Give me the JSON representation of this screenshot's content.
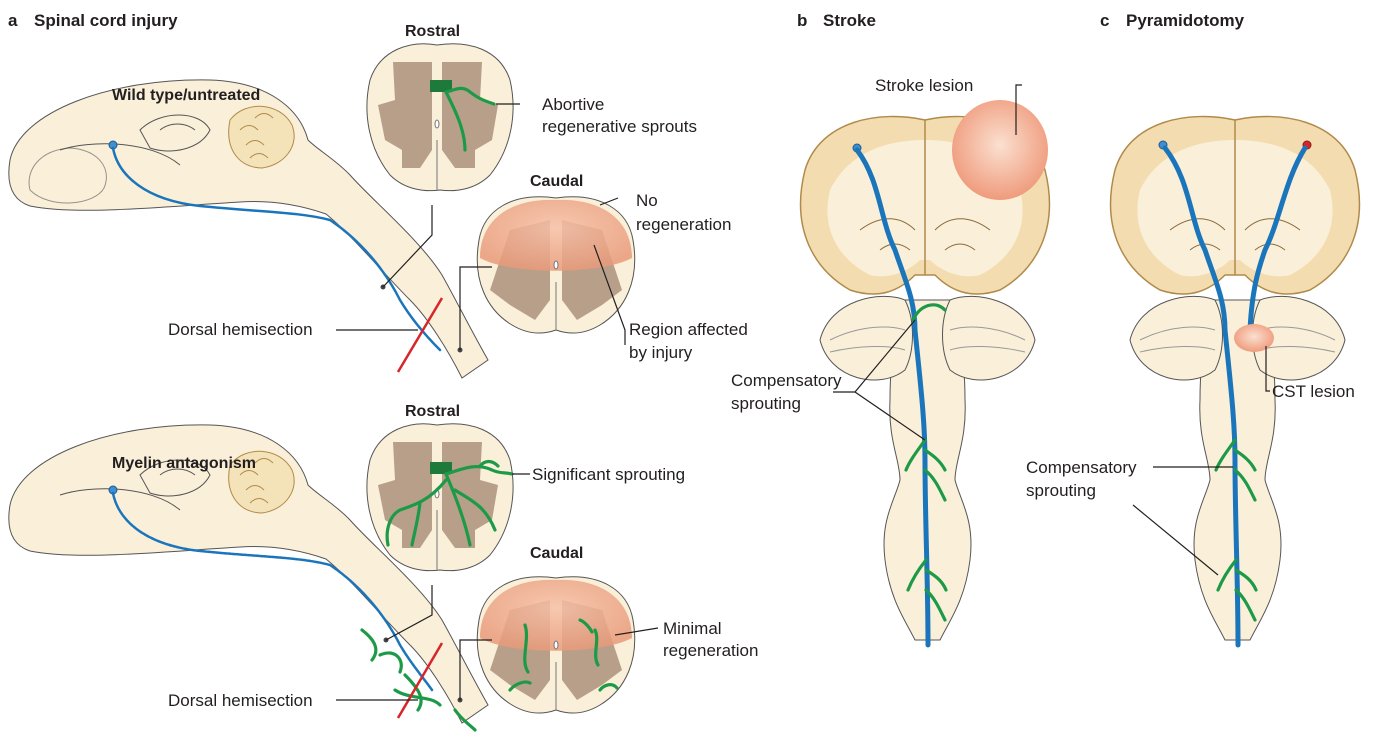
{
  "panels": {
    "a": {
      "letter": "a",
      "title": "Spinal cord injury",
      "top": {
        "title": "Wild type/untreated",
        "rostral": "Rostral",
        "caudal": "Caudal",
        "sprouts_line1": "Abortive",
        "sprouts_line2": "regenerative sprouts",
        "regen_line1": "No",
        "regen_line2": "regeneration",
        "region_line1": "Region affected",
        "region_line2": "by injury",
        "hemisection": "Dorsal hemisection"
      },
      "bottom": {
        "title": "Myelin antagonism",
        "rostral": "Rostral",
        "caudal": "Caudal",
        "sprouting": "Significant sprouting",
        "regen_line1": "Minimal",
        "regen_line2": "regeneration",
        "hemisection": "Dorsal hemisection"
      }
    },
    "b": {
      "letter": "b",
      "title": "Stroke",
      "lesion": "Stroke lesion",
      "comp_line1": "Compensatory",
      "comp_line2": "sprouting"
    },
    "c": {
      "letter": "c",
      "title": "Pyramidotomy",
      "lesion": "CST lesion",
      "comp_line1": "Compensatory",
      "comp_line2": "sprouting"
    }
  },
  "colors": {
    "axon": "#1b75bb",
    "sprout": "#1d9a48",
    "tissue": "#faefd9",
    "grey_matter": "#b89f8a",
    "lesion": "#f0a080",
    "cut": "#d7262b",
    "cortex": "#f3ddb0"
  }
}
